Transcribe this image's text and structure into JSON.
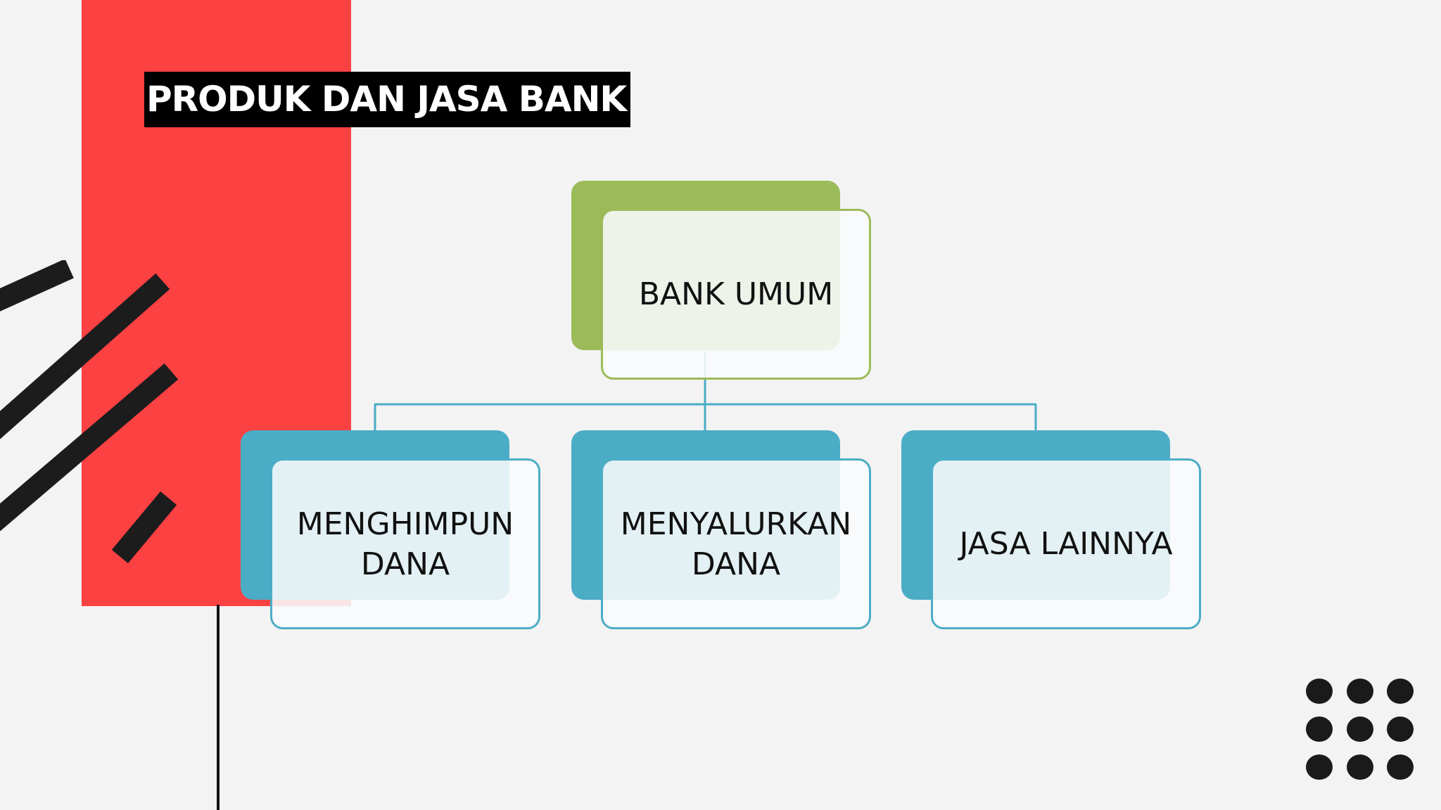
{
  "slide": {
    "title": "PRODUK DAN JASA BANK"
  },
  "diagram": {
    "root": {
      "label": "BANK UMUM",
      "color": "#9bbb59"
    },
    "children": [
      {
        "label": "MENGHIMPUN\nDANA",
        "color": "#4bacc6"
      },
      {
        "label": "MENYALURKAN\nDANA",
        "color": "#4bacc6"
      },
      {
        "label": "JASA LAINNYA",
        "color": "#4bacc6"
      }
    ],
    "connector_color": "#4bacc6"
  },
  "colors": {
    "background": "#f3f3f3",
    "accent_red": "#fc4143",
    "title_bg": "#000000",
    "title_text": "#ffffff",
    "dark": "#111111"
  }
}
